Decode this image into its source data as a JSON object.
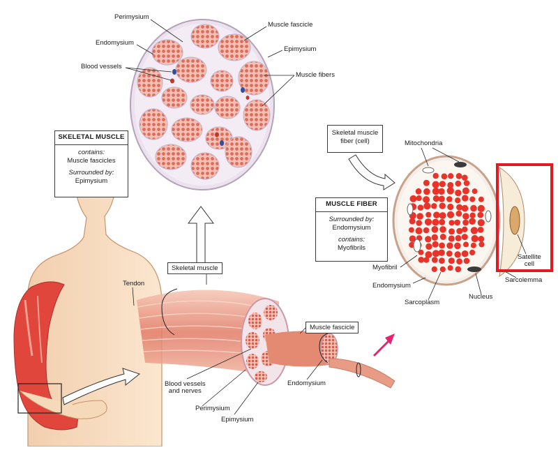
{
  "labels": {
    "perimysium_top": "Perimysium",
    "muscle_fascicle_top": "Muscle fascicle",
    "endomysium_top": "Endomysium",
    "epimysium_top": "Epimysium",
    "blood_vessels_top": "Blood vessels",
    "muscle_fibers": "Muscle fibers",
    "mitochondria": "Mitochondria",
    "satellite_cell_line1": "Satellite",
    "satellite_cell_line2": "cell",
    "sarcolemma": "Sarcolemma",
    "myofibril": "Myofibril",
    "endomysium_fiber": "Endomysium",
    "sarcoplasm": "Sarcoplasm",
    "nucleus": "Nucleus",
    "tendon": "Tendon",
    "skeletal_muscle_tag": "Skeletal muscle",
    "muscle_fascicle_tag": "Muscle fascicle",
    "blood_vessels_nerves_line1": "Blood vessels",
    "blood_vessels_nerves_line2": "and nerves",
    "perimysium_bottom": "Perimysium",
    "epimysium_bottom": "Epimysium",
    "endomysium_bottom": "Endomysium"
  },
  "skeletal_muscle_box": {
    "title": "SKELETAL MUSCLE",
    "contains_label": "contains:",
    "contains_value": "Muscle fascicles",
    "surrounded_label": "Surrounded by:",
    "surrounded_value": "Epimysium"
  },
  "fiber_cell_box": {
    "line1": "Skeletal muscle",
    "line2": "fiber (cell)"
  },
  "muscle_fiber_box": {
    "title": "MUSCLE FIBER",
    "surrounded_label": "Surrounded by:",
    "surrounded_value": "Endomysium",
    "contains_label": "contains:",
    "contains_value": "Myofibrils"
  },
  "colors": {
    "muscle": "#d9544d",
    "muscle_light": "#f2b7a8",
    "connective": "#f6e6d2",
    "skin": "#f6d9b8",
    "highlight_box": "#e01b24",
    "arrow": "#e6246e",
    "vessel_blue": "#2f4fa0"
  }
}
